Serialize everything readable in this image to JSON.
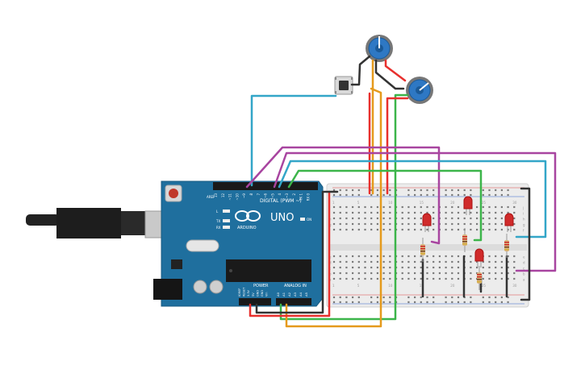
{
  "board": {
    "brand": "UNO",
    "maker": "ARDUINO",
    "digital_header": "DIGITAL (PWM ~)",
    "analog_header": "ANALOG IN",
    "power_header": "POWER",
    "on_label": "ON",
    "tx_label": "TX",
    "rx_label": "RX",
    "l_label": "L",
    "aref_label": "AREF",
    "digital_pins": [
      "13",
      "12",
      "~11",
      "~10",
      "~9",
      "8",
      "7",
      "~6",
      "~5",
      "4",
      "~3",
      "2",
      "TX 1",
      "RX 0"
    ],
    "analog_pins": [
      "A0",
      "A1",
      "A2",
      "A3",
      "A4",
      "A5"
    ],
    "power_pins": [
      "IOREF",
      "RESET",
      "3.3V",
      "5V",
      "GND",
      "GND",
      "Vin"
    ]
  },
  "breadboard": {
    "column_numbers": [
      "1",
      "5",
      "10",
      "15",
      "20",
      "25",
      "30"
    ],
    "row_letters_top": [
      "j",
      "i",
      "h",
      "g",
      "f"
    ],
    "row_letters_bottom": [
      "e",
      "d",
      "c",
      "b",
      "a"
    ]
  },
  "colors": {
    "board": "#1f6f9e",
    "wire_red": "#e8302e",
    "wire_black": "#333333",
    "wire_orange": "#e59a1c",
    "wire_green": "#3cb54a",
    "wire_purple": "#a845a0",
    "wire_blue": "#33a6c8",
    "led": "#d02b2b",
    "pot_knob": "#2e78c4"
  }
}
